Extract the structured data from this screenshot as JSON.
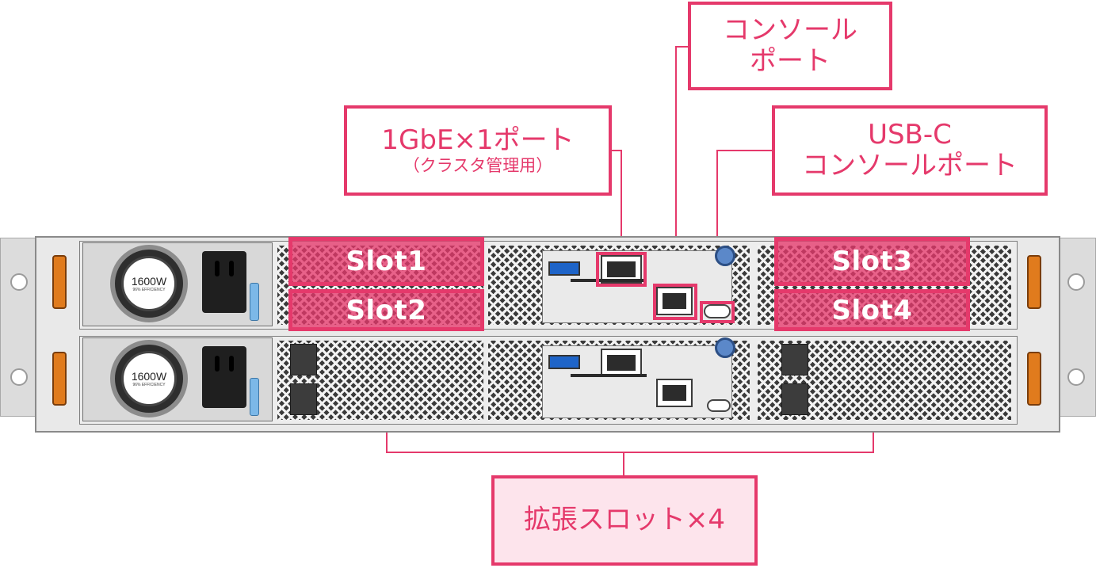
{
  "callouts": {
    "console_port": "コンソール\nポート",
    "console_port_line1": "コンソール",
    "console_port_line2": "ポート",
    "gbe_port_main": "1GbE×1ポート",
    "gbe_port_sub": "（クラスタ管理用）",
    "usbc_line1": "USB-C",
    "usbc_line2": "コンソールポート",
    "expansion": "拡張スロット×4"
  },
  "slots": [
    "Slot1",
    "Slot2",
    "Slot3",
    "Slot4"
  ],
  "psu_label": "1600W",
  "psu_efficiency": "96% EFFICIENCY",
  "colors": {
    "accent": "#e5396b",
    "expansion_fill": "#fde4ec",
    "handle": "#e07b1d"
  }
}
